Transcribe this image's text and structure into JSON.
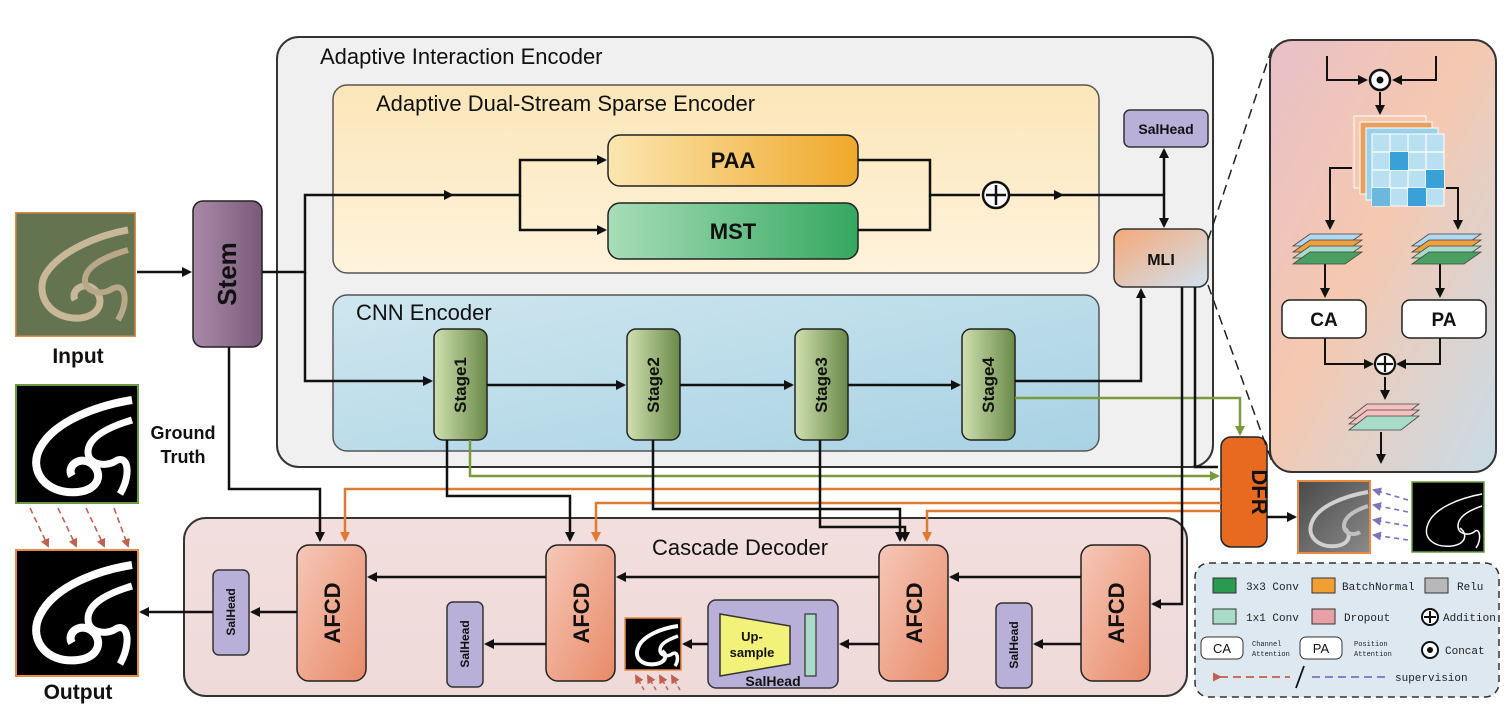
{
  "labels": {
    "input": "Input",
    "ground_truth_line1": "Ground",
    "ground_truth_line2": "Truth",
    "output": "Output",
    "stem": "Stem",
    "encoder_title": "Adaptive Interaction Encoder",
    "dual_stream_title": "Adaptive Dual-Stream Sparse Encoder",
    "paa": "PAA",
    "mst": "MST",
    "cnn_title": "CNN Encoder",
    "stages": [
      "Stage1",
      "Stage2",
      "Stage3",
      "Stage4"
    ],
    "salhead": "SalHead",
    "mli": "MLI",
    "dfr": "DFR",
    "decoder_title": "Cascade Decoder",
    "afcd": "AFCD",
    "upsample_line1": "Up-",
    "upsample_line2": "sample",
    "ca": "CA",
    "pa": "PA"
  },
  "legend": {
    "conv3": "3x3 Conv",
    "batchnorm": "BatchNormal",
    "relu": "Relu",
    "conv1": "1x1 Conv",
    "dropout": "Dropout",
    "addition": "Addition",
    "ca_box": "CA",
    "ca_line1": "Channel",
    "ca_line2": "Attention",
    "pa_box": "PA",
    "pa_line1": "Position",
    "pa_line2": "Attention",
    "concat": "Concat",
    "supervision": "supervision"
  },
  "colors": {
    "stem": "#8a6a8a",
    "stage": "#6e8c4a",
    "paa": "#f0b030",
    "mst": "#3cb068",
    "afcd": "#e89070",
    "salhead": "#b8b0d8",
    "dfr": "#e86a20",
    "orange_line": "#e07a30",
    "green_line": "#7a9a40",
    "supervision_red": "#c06050",
    "supervision_purple": "#8070c0"
  }
}
